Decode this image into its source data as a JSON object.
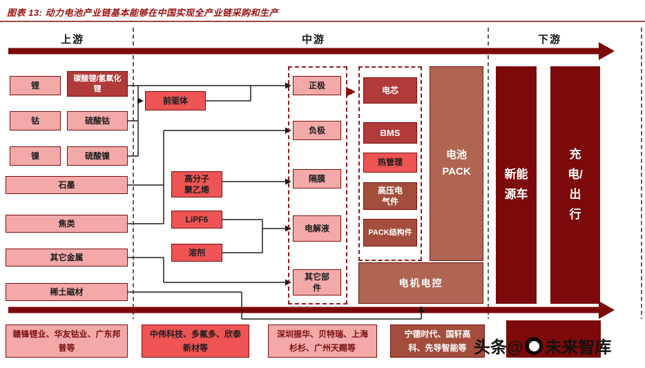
{
  "header": {
    "title": "图表 13: 动力电池产业链基本能够在中国实现全产业链采购和生产"
  },
  "sections": {
    "upstream": "上游",
    "midstream": "中游",
    "downstream": "下游"
  },
  "upstream": {
    "metals": [
      "锂",
      "钴",
      "镍"
    ],
    "salts": [
      "碳酸锂/氢氧化锂",
      "硫酸钴",
      "硫酸镍"
    ],
    "materials": [
      "石墨",
      "焦类",
      "其它金属",
      "稀土磁材"
    ],
    "precursor": "前驱体",
    "chemicals": [
      "高分子聚乙烯",
      "LiPF6",
      "溶剂"
    ]
  },
  "midstream": {
    "cell_materials": [
      "正极",
      "负极",
      "隔膜",
      "电解液",
      "其它部件"
    ],
    "pack_components": [
      "电芯",
      "BMS",
      "热管理",
      "高压电气件",
      "PACK结构件"
    ],
    "battery_pack": "电池PACK",
    "motor_control": "电机电控"
  },
  "downstream": {
    "nev": "新能源车",
    "charging": "充电/出行"
  },
  "companies": [
    "赣锋锂业、华友钴业、广东邦普等",
    "中伟科技、多氟多、欣泰新材等",
    "深圳振华、贝特瑞、上海杉杉、广州天赐等",
    "宁德时代、国轩高科、先导智能等"
  ],
  "watermark": {
    "prefix": "头条@",
    "name": "未来智库"
  },
  "colors": {
    "accent_dark_red": "#7d0a0a",
    "box_pink": "#f4a9a9",
    "box_red": "#ee5454",
    "box_brick": "#b06553"
  }
}
